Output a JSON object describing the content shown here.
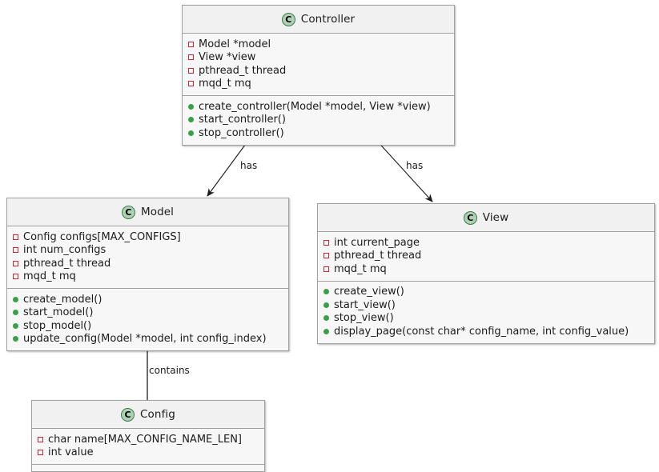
{
  "diagram": {
    "type": "uml-class-diagram",
    "background_color": "#ffffff",
    "header_fill": "#f1f1f1",
    "body_fill": "#f7f7f7",
    "border_color": "#a0a0a0",
    "class_icon_fill": "#ADD1B2",
    "private_marker_color": "#C82930",
    "public_marker_color": "#38A048",
    "class_icon_letter": "C"
  },
  "classes": [
    {
      "id": "controller",
      "name": "Controller",
      "icon": "class-icon-c",
      "attributes": [
        {
          "visibility": "private",
          "text": "Model *model"
        },
        {
          "visibility": "private",
          "text": "View *view"
        },
        {
          "visibility": "private",
          "text": "pthread_t thread"
        },
        {
          "visibility": "private",
          "text": "mqd_t mq"
        }
      ],
      "methods": [
        {
          "visibility": "public",
          "text": "create_controller(Model *model, View *view)"
        },
        {
          "visibility": "public",
          "text": "start_controller()"
        },
        {
          "visibility": "public",
          "text": "stop_controller()"
        }
      ]
    },
    {
      "id": "model",
      "name": "Model",
      "icon": "class-icon-c",
      "attributes": [
        {
          "visibility": "private",
          "text": "Config configs[MAX_CONFIGS]"
        },
        {
          "visibility": "private",
          "text": "int num_configs"
        },
        {
          "visibility": "private",
          "text": "pthread_t thread"
        },
        {
          "visibility": "private",
          "text": "mqd_t mq"
        }
      ],
      "methods": [
        {
          "visibility": "public",
          "text": "create_model()"
        },
        {
          "visibility": "public",
          "text": "start_model()"
        },
        {
          "visibility": "public",
          "text": "stop_model()"
        },
        {
          "visibility": "public",
          "text": "update_config(Model *model, int config_index)"
        }
      ]
    },
    {
      "id": "view",
      "name": "View",
      "icon": "class-icon-c",
      "attributes": [
        {
          "visibility": "private",
          "text": "int current_page"
        },
        {
          "visibility": "private",
          "text": "pthread_t thread"
        },
        {
          "visibility": "private",
          "text": "mqd_t mq"
        }
      ],
      "methods": [
        {
          "visibility": "public",
          "text": "create_view()"
        },
        {
          "visibility": "public",
          "text": "start_view()"
        },
        {
          "visibility": "public",
          "text": "stop_view()"
        },
        {
          "visibility": "public",
          "text": "display_page(const char* config_name, int config_value)"
        }
      ]
    },
    {
      "id": "config",
      "name": "Config",
      "icon": "class-icon-c",
      "attributes": [
        {
          "visibility": "private",
          "text": "char name[MAX_CONFIG_NAME_LEN]"
        },
        {
          "visibility": "private",
          "text": "int value"
        }
      ],
      "methods": []
    }
  ],
  "relationships": [
    {
      "id": "controller-has-model",
      "from": "Controller",
      "to": "Model",
      "label": "has",
      "style": "association-arrow"
    },
    {
      "id": "controller-has-view",
      "from": "Controller",
      "to": "View",
      "label": "has",
      "style": "association-arrow"
    },
    {
      "id": "model-contains-config",
      "from": "Model",
      "to": "Config",
      "label": "contains",
      "style": "composition-diamond"
    }
  ]
}
